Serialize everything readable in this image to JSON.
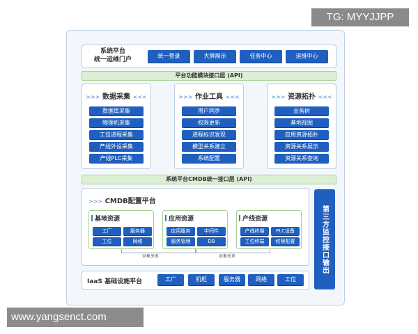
{
  "watermarks": {
    "top": "TG: MYYJJPP",
    "bottom": "www.yangsenct.com"
  },
  "portal": {
    "label_line1": "系统平台",
    "label_line2": "统一运维门户",
    "buttons": [
      "统一登录",
      "大屏展示",
      "任务中心",
      "运维中心"
    ]
  },
  "bar1": "平台功能模块接口层 (API)",
  "chevrons": {
    "left": ">>>",
    "right": "<<<"
  },
  "modules": [
    {
      "title": "数据采集",
      "items": [
        "数据库采集",
        "物理机采集",
        "工位进程采集",
        "产线外设采集",
        "产线PLC采集"
      ]
    },
    {
      "title": "作业工具",
      "items": [
        "用户同步",
        "权限更新",
        "进程标识发现",
        "模型关系建立",
        "系统配置"
      ]
    },
    {
      "title": "资源拓扑",
      "items": [
        "业务树",
        "基地视图",
        "应用资源拓扑",
        "资源关系展示",
        "资源关系查询"
      ]
    }
  ],
  "bar2": "系统平台CMDB统一接口层 (API)",
  "cmdb": {
    "title": "CMDB配置平台",
    "groups": [
      {
        "title": "基地资源",
        "items": [
          "工厂",
          "服务器",
          "工位",
          "网络"
        ]
      },
      {
        "title": "应用资源",
        "items": [
          "应用服务",
          "中间件",
          "服务管理",
          "DB"
        ]
      },
      {
        "title": "产线资源",
        "items": [
          "产线终端",
          "PLC设备",
          "工位终端",
          "权限配置"
        ]
      }
    ],
    "relation_label": "对象关系"
  },
  "iaas": {
    "label": "IaaS 基础设施平台",
    "buttons": [
      "工厂",
      "机柜",
      "服务器",
      "网络",
      "工位"
    ]
  },
  "third_party": "第三方监控接口输出"
}
